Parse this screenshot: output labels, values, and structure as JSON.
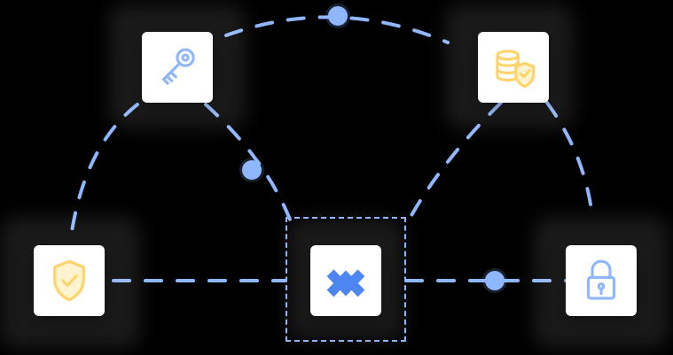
{
  "diagram": {
    "nodes": [
      {
        "id": "key",
        "icon": "key-icon",
        "color": "#8fb7ff"
      },
      {
        "id": "database-shield",
        "icon": "database-shield-icon",
        "color": "#ffd46a"
      },
      {
        "id": "shield-check",
        "icon": "shield-check-icon",
        "color": "#ffd46a"
      },
      {
        "id": "center-logo",
        "icon": "center-logo-icon",
        "color": "#4d86f1"
      },
      {
        "id": "padlock",
        "icon": "padlock-icon",
        "color": "#8fb7ff"
      }
    ],
    "connections": [
      [
        "key",
        "database-shield"
      ],
      [
        "key",
        "shield-check"
      ],
      [
        "key",
        "center-logo"
      ],
      [
        "database-shield",
        "center-logo"
      ],
      [
        "database-shield",
        "padlock"
      ],
      [
        "shield-check",
        "center-logo"
      ],
      [
        "center-logo",
        "padlock"
      ]
    ],
    "style": {
      "background": "#000000",
      "line_color": "#8fb7ff",
      "tile_color": "#ffffff"
    }
  }
}
